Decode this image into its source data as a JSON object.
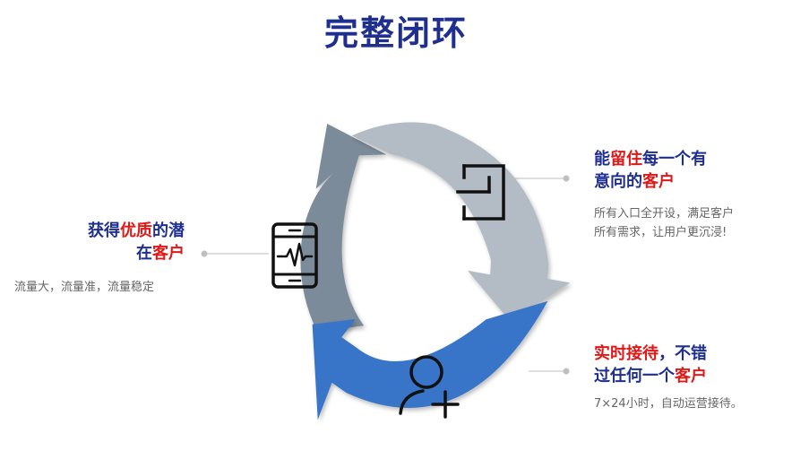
{
  "title": "完整闭环",
  "left": {
    "heading_line1": [
      {
        "text": "获得",
        "highlight": false
      },
      {
        "text": "优质",
        "highlight": true
      },
      {
        "text": "的潜",
        "highlight": false
      }
    ],
    "heading_line2": [
      {
        "text": "在",
        "highlight": false
      },
      {
        "text": "客户",
        "highlight": true
      }
    ],
    "desc": [
      "流量大，流量准，流量稳定"
    ]
  },
  "top_right": {
    "heading_line1": [
      {
        "text": "能",
        "highlight": false
      },
      {
        "text": "留住",
        "highlight": true
      },
      {
        "text": "每一个有",
        "highlight": false
      }
    ],
    "heading_line2": [
      {
        "text": "意向的",
        "highlight": false
      },
      {
        "text": "客户",
        "highlight": true
      }
    ],
    "desc": [
      "所有入口全开设，满足客户",
      "所有需求，让用户更沉浸!"
    ]
  },
  "bottom_right": {
    "heading_line1": [
      {
        "text": "实时接待",
        "highlight": true
      },
      {
        "text": "，不错",
        "highlight": false
      }
    ],
    "heading_line2": [
      {
        "text": "过任何一个",
        "highlight": false
      },
      {
        "text": "客户",
        "highlight": true
      }
    ],
    "desc": [
      "7×24小时，自动运营接待。"
    ]
  },
  "icons": {
    "left_segment": "phone-pulse-icon",
    "top_right_segment": "sign-in-icon",
    "bottom_segment": "add-user-icon"
  },
  "colors": {
    "title": "#1f2f8f",
    "highlight": "#e01818",
    "segment_left": "#7b8b99",
    "segment_top_right": "#b3bcc4",
    "segment_bottom": "#3975c8",
    "desc": "#666666"
  }
}
